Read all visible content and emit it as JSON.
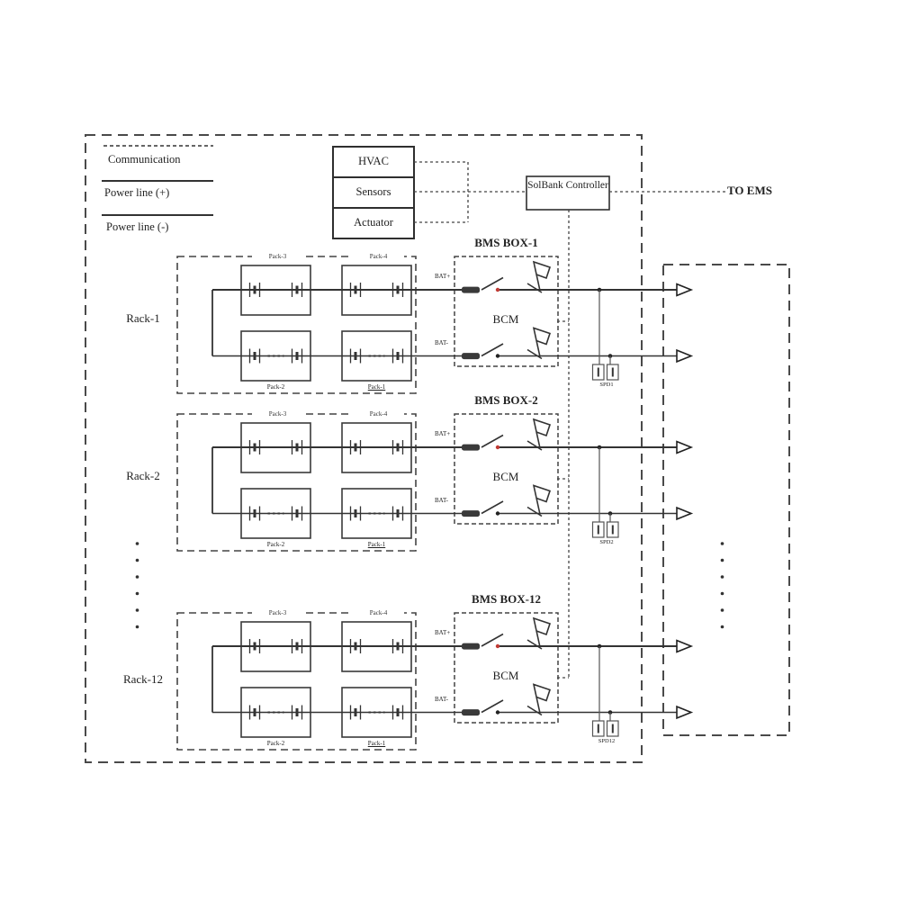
{
  "legend": {
    "communication": "Communication",
    "power_plus": "Power line (+)",
    "power_minus": "Power line (-)"
  },
  "aux": {
    "hvac": "HVAC",
    "sensors": "Sensors",
    "actuator": "Actuator"
  },
  "controller_label": "SolBank Controller",
  "ems_label": "TO EMS",
  "racks": [
    {
      "label": "Rack-1",
      "bms_title": "BMS BOX-1",
      "bcm": "BCM",
      "bat_plus": "BAT+",
      "bat_minus": "BAT-",
      "spd": "SPD1",
      "packs": {
        "top_left": "Pack-3",
        "top_right": "Pack-4",
        "bottom_left": "Pack-2",
        "bottom_right": "Pack-1"
      }
    },
    {
      "label": "Rack-2",
      "bms_title": "BMS BOX-2",
      "bcm": "BCM",
      "bat_plus": "BAT+",
      "bat_minus": "BAT-",
      "spd": "SPD2",
      "packs": {
        "top_left": "Pack-3",
        "top_right": "Pack-4",
        "bottom_left": "Pack-2",
        "bottom_right": "Pack-1"
      }
    },
    {
      "label": "Rack-12",
      "bms_title": "BMS BOX-12",
      "bcm": "BCM",
      "bat_plus": "BAT+",
      "bat_minus": "BAT-",
      "spd": "SPD12",
      "packs": {
        "top_left": "Pack-3",
        "top_right": "Pack-4",
        "bottom_left": "Pack-2",
        "bottom_right": "Pack-1"
      }
    }
  ],
  "colors": {
    "ink": "#333333",
    "junction_red": "#c03a34"
  }
}
